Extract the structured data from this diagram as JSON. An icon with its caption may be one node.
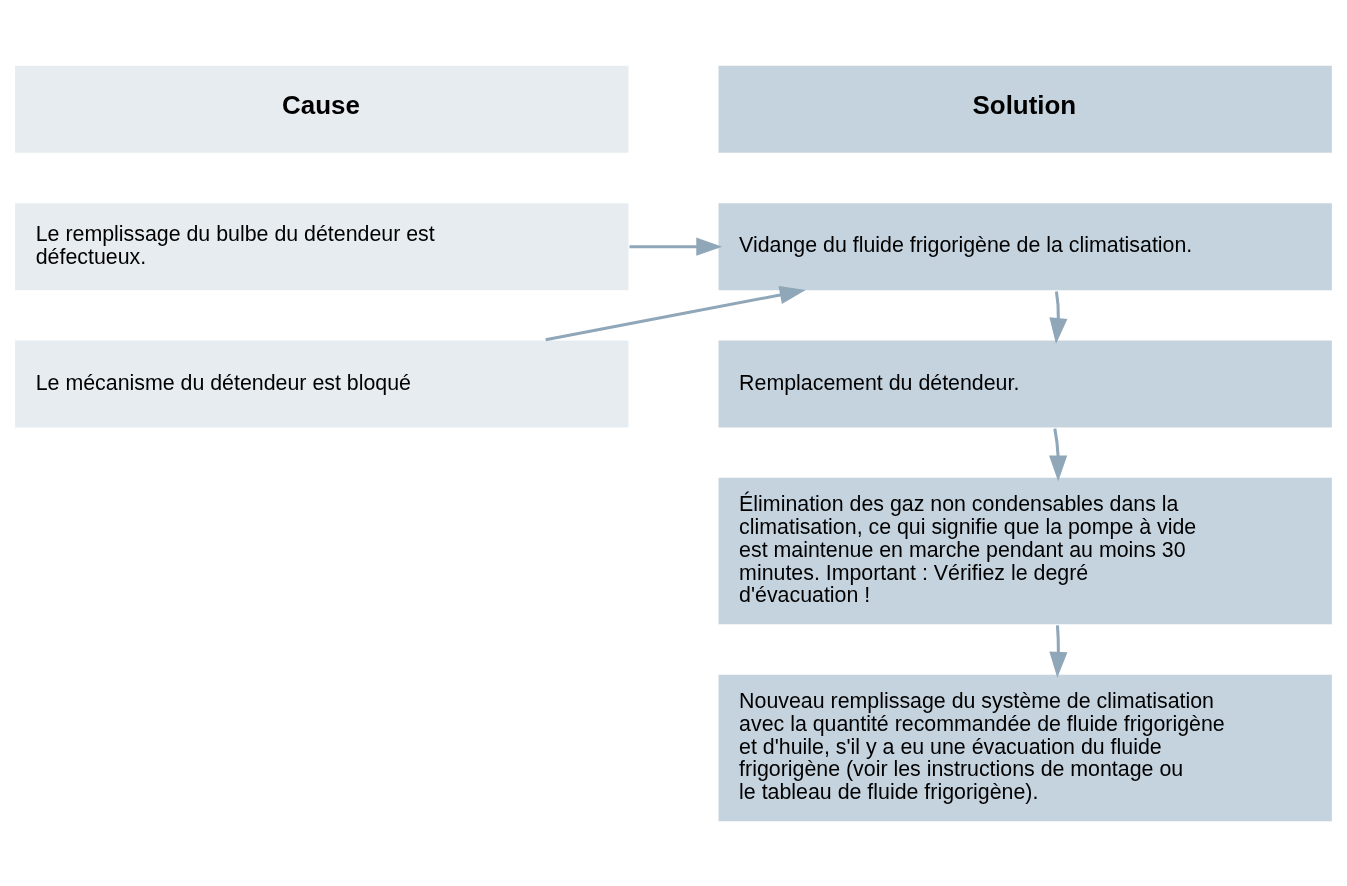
{
  "diagram": {
    "nodes": [
      {
        "text": [
          "Cause"
        ]
      },
      {
        "text": [
          "Solution"
        ]
      },
      {
        "text": [
          "Le remplissage du bulbe du détendeur est défectueux."
        ]
      },
      {
        "text": [
          "Le mécanisme du détendeur est bloqué"
        ]
      },
      {
        "text": [
          "Vidange du fluide frigorigène de la climatisation."
        ]
      },
      {
        "text": [
          "Remplacement du détendeur."
        ]
      },
      {
        "text": [
          "Élimination des gaz non condensables dans la climatisation, ce qui signifie que la pompe à vide est maintenue en marche pendant au moins 30 minutes. Important : Vérifiez le degré d'évacuation !"
        ]
      },
      {
        "text": [
          "Nouveau remplissage du système de climatisation avec la quantité recommandée de fluide frigorigène et d'huile, s'il y a eu une évacuation du fluide frigorigène (voir les instructions de montage ou le tableau de fluide frigorigène)."
        ]
      }
    ],
    "edges": [
      {
        "from": 2,
        "to": 4,
        "arrow": "to"
      },
      {
        "from": 3,
        "to": 4,
        "arrow": "to"
      },
      {
        "from": 4,
        "to": 5,
        "arrow": "to"
      },
      {
        "from": 5,
        "to": 6,
        "arrow": "to"
      },
      {
        "from": 6,
        "to": 7,
        "arrow": "to"
      }
    ]
  }
}
